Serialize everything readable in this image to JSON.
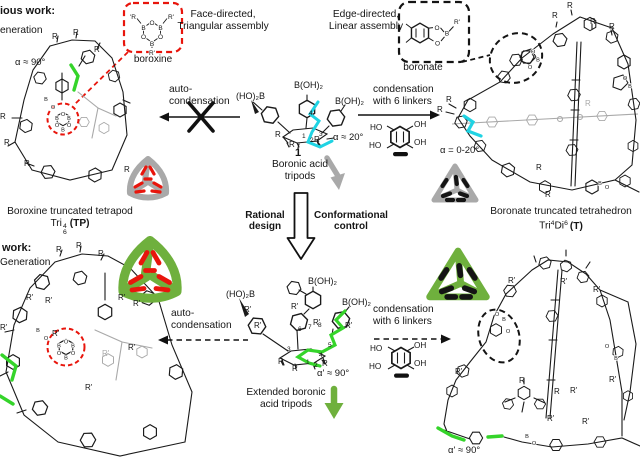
{
  "colors": {
    "red": "#e8150c",
    "green_glyph": "#6fb03d",
    "green_highlight": "#35d42a",
    "cyan": "#1fd3e3",
    "gray": "#a9a9a9",
    "ink": "#1a1a1a"
  },
  "atoms": {
    "b": "B",
    "o": "O",
    "r": "R",
    "rp": "R'",
    "rq": "'R",
    "ho": "HO",
    "oh": "OH"
  },
  "nums": {
    "n1": "1",
    "n2": "2",
    "n3": "3",
    "n4": "4",
    "n5": "5",
    "n6": "6",
    "n7": "7",
    "n8": "8"
  },
  "header_left": {
    "work": "ious work:",
    "generation": "eneration"
  },
  "header_left_bottom": {
    "work": "work:",
    "generation": "Generation"
  },
  "boxes": {
    "boroxine": "boroxine",
    "boronate": "boronate"
  },
  "assembly": {
    "face1": "Face-directed,",
    "face2": "Triangular assembly",
    "edge1": "Edge-directed,",
    "edge2": "Linear assembly"
  },
  "reactions": {
    "auto1": "auto-",
    "auto2": "condensation",
    "cond1": "condensation",
    "cond2": "with 6 linkers"
  },
  "tripod1": {
    "b_left": "(HO)₂B",
    "b_top": "B(OH)₂",
    "b_right": "B(OH)₂",
    "alpha": "α ≈ 20°",
    "id": "1",
    "cap1": "Boronic acid",
    "cap2": "tripods"
  },
  "tripod2": {
    "b_left": "(HO)₂B",
    "b_top": "B(OH)₂",
    "b_right": "B(OH)₂",
    "alpha": "α' ≈ 90°",
    "cap1": "Extended boronic",
    "cap2": "acid tripods"
  },
  "cages": {
    "tl_alpha": "α ≈ 90°",
    "tr_alpha": "α = 0-20°",
    "br_alpha": "α' ≈ 90°"
  },
  "captions": {
    "tp1": "Boroxine truncated tetrapod",
    "tp2_tri": "Tri",
    "tp2_sup": "4",
    "tp2_sub": "6",
    "tp2_rest": "(TP)",
    "t1": "Boronate truncated tetrahedron",
    "t2_tri": "Tri",
    "t2_sup1": "4",
    "t2_di": "Di",
    "t2_sup2": "6",
    "t2_rest": "(T)"
  },
  "middle": {
    "rational1": "Rational",
    "rational2": "design",
    "conf1": "Conformational",
    "conf2": "control"
  }
}
